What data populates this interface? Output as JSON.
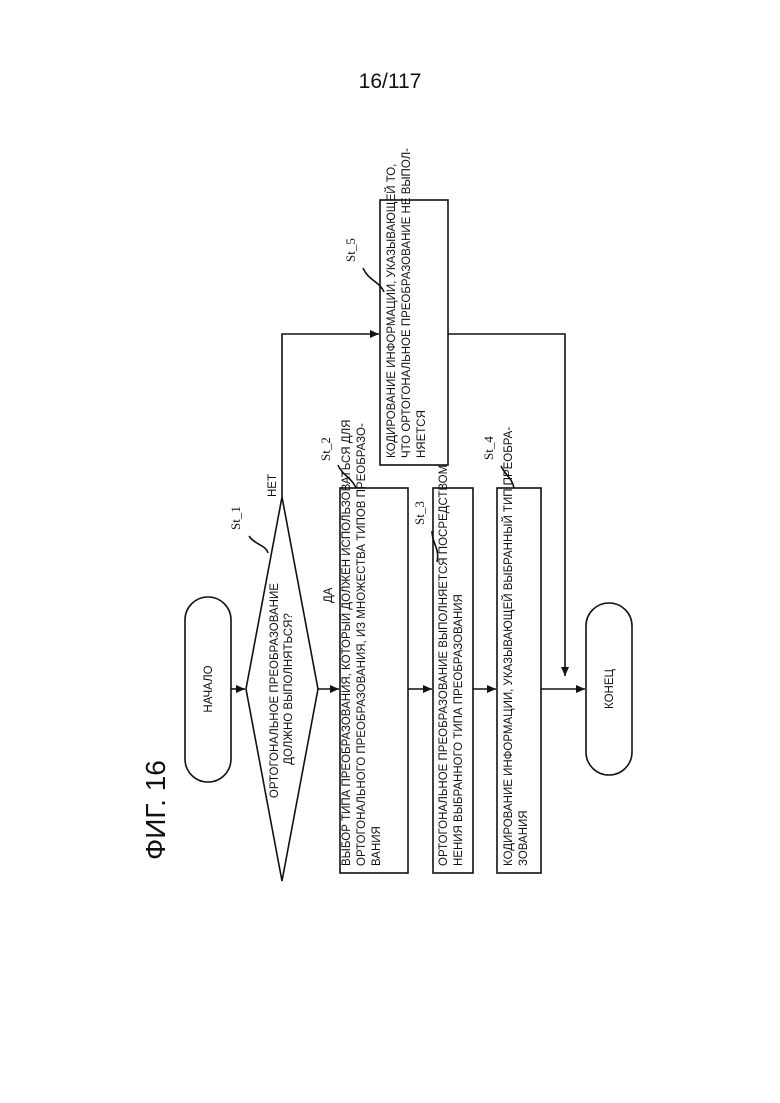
{
  "page_number": "16/117",
  "figure_title": "ФИГ. 16",
  "nodes": {
    "start": "НАЧАЛО",
    "end": "КОНЕЦ",
    "decision": [
      "ОРТОГОНАЛЬНОЕ ПРЕОБРАЗОВАНИЕ",
      "ДОЛЖНО ВЫПОЛНЯТЬСЯ?"
    ],
    "box2": [
      "ВЫБОР ТИПА ПРЕОБРАЗОВАНИЯ, КОТОРЫЙ ДОЛЖЕН ИСПОЛЬЗОВАТЬСЯ ДЛЯ",
      "ОРТОГОНАЛЬНОГО ПРЕОБРАЗОВАНИЯ, ИЗ МНОЖЕСТВА ТИПОВ ПРЕОБРАЗО-",
      "ВАНИЯ"
    ],
    "box3": [
      "ОРТОГОНАЛЬНОЕ ПРЕОБРАЗОВАНИЕ ВЫПОЛНЯЕТСЯ ПОСРЕДСТВОМ ПРИМЕ-",
      "НЕНИЯ ВЫБРАННОГО ТИПА ПРЕОБРАЗОВАНИЯ"
    ],
    "box4": [
      "КОДИРОВАНИЕ ИНФОРМАЦИИ, УКАЗЫВАЮЩЕЙ ВЫБРАННЫЙ ТИП ПРЕОБРА-",
      "ЗОВАНИЯ"
    ],
    "box5": [
      "КОДИРОВАНИЕ ИНФОРМАЦИИ, УКАЗЫВАЮЩЕЙ ТО,",
      "ЧТО ОРТОГОНАЛЬНОЕ ПРЕОБРАЗОВАНИЕ НЕ ВЫПОЛ-",
      "НЯЕТСЯ"
    ]
  },
  "branches": {
    "yes": "ДА",
    "no": "НЕТ"
  },
  "step_labels": {
    "st1": "St_1",
    "st2": "St_2",
    "st3": "St_3",
    "st4": "St_4",
    "st5": "St_5"
  }
}
